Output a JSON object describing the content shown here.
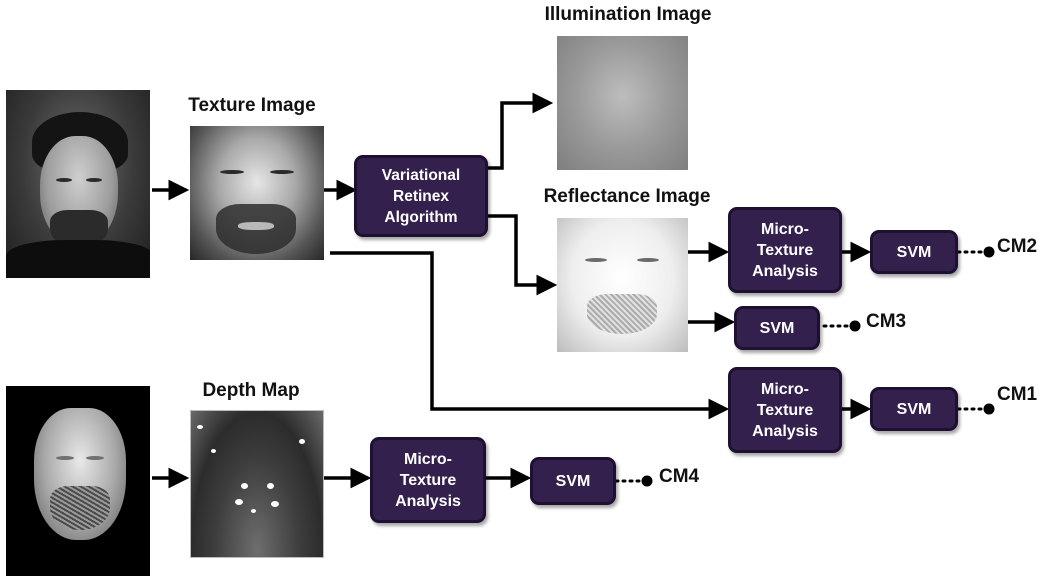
{
  "labels": {
    "texture_image": "Texture Image",
    "illumination_image": "Illumination Image",
    "reflectance_image": "Reflectance Image",
    "depth_map": "Depth Map"
  },
  "blocks": {
    "retinex": [
      "Variational",
      "Retinex",
      "Algorithm"
    ],
    "mta_reflectance": [
      "Micro-",
      "Texture",
      "Analysis"
    ],
    "mta_texture": [
      "Micro-",
      "Texture",
      "Analysis"
    ],
    "mta_depth": [
      "Micro-",
      "Texture",
      "Analysis"
    ],
    "svm": "SVM"
  },
  "outputs": {
    "cm1": "CM1",
    "cm2": "CM2",
    "cm3": "CM3",
    "cm4": "CM4"
  },
  "colors": {
    "block_fill": "#34204d",
    "block_border": "#1d1030",
    "block_text": "#ffffff",
    "line": "#000000"
  }
}
